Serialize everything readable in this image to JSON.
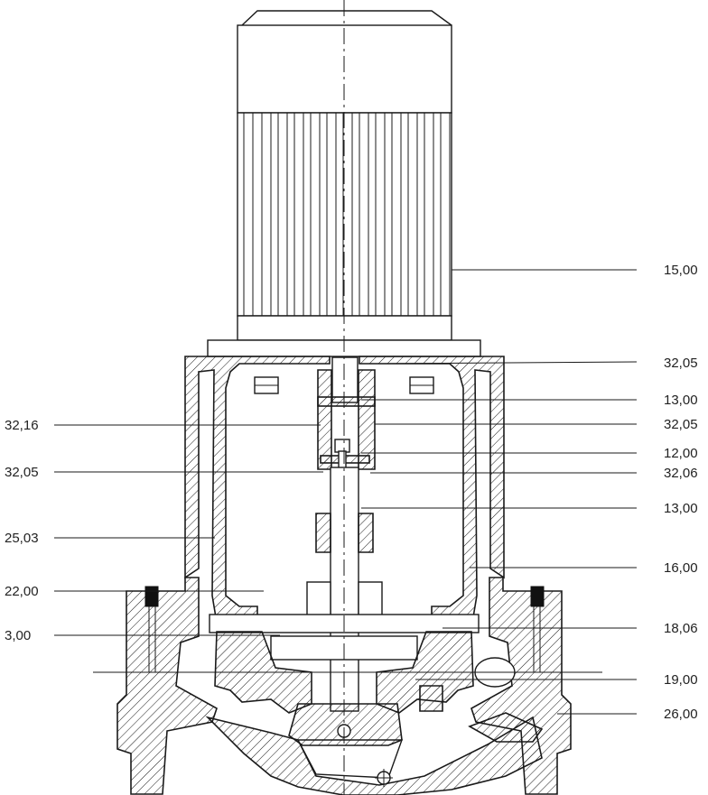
{
  "callouts_left": [
    {
      "id": "l1",
      "label": "32,16"
    },
    {
      "id": "l2",
      "label": "32,05"
    },
    {
      "id": "l3",
      "label": "25,03"
    },
    {
      "id": "l4",
      "label": "22,00"
    },
    {
      "id": "l5",
      "label": "3,00"
    }
  ],
  "callouts_right": [
    {
      "id": "r1",
      "label": "15,00"
    },
    {
      "id": "r2",
      "label": "32,05"
    },
    {
      "id": "r3",
      "label": "13,00"
    },
    {
      "id": "r4",
      "label": "32,05"
    },
    {
      "id": "r5",
      "label": "12,00"
    },
    {
      "id": "r6",
      "label": "32,06"
    },
    {
      "id": "r7",
      "label": "13,00"
    },
    {
      "id": "r8",
      "label": "16,00"
    },
    {
      "id": "r9",
      "label": "18,06"
    },
    {
      "id": "r10",
      "label": "19,00"
    },
    {
      "id": "r11",
      "label": "26,00"
    }
  ],
  "colors": {
    "ink": "#1a1a1a",
    "label": "#222222",
    "background": "#ffffff"
  }
}
